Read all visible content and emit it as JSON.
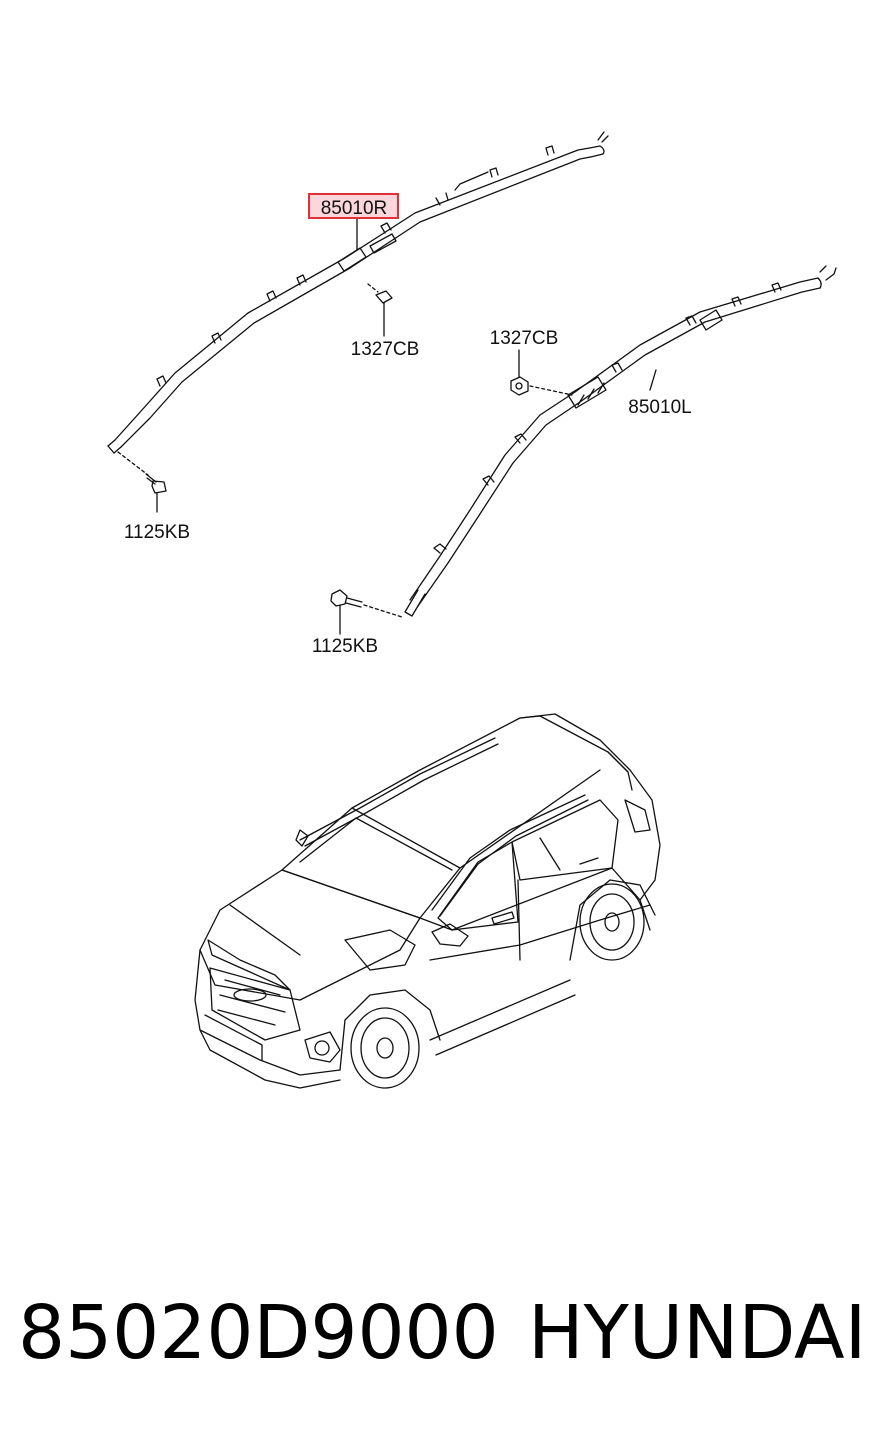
{
  "diagram": {
    "callouts": {
      "airbag_right": "85010R",
      "clip_right": "1327CB",
      "bolt_right": "1125KB",
      "clip_left": "1327CB",
      "airbag_left": "85010L",
      "bolt_left": "1125KB"
    },
    "highlight_color": "#e0303a"
  },
  "footer": {
    "part_number": "85020D9000",
    "brand": "HYUNDAI"
  }
}
